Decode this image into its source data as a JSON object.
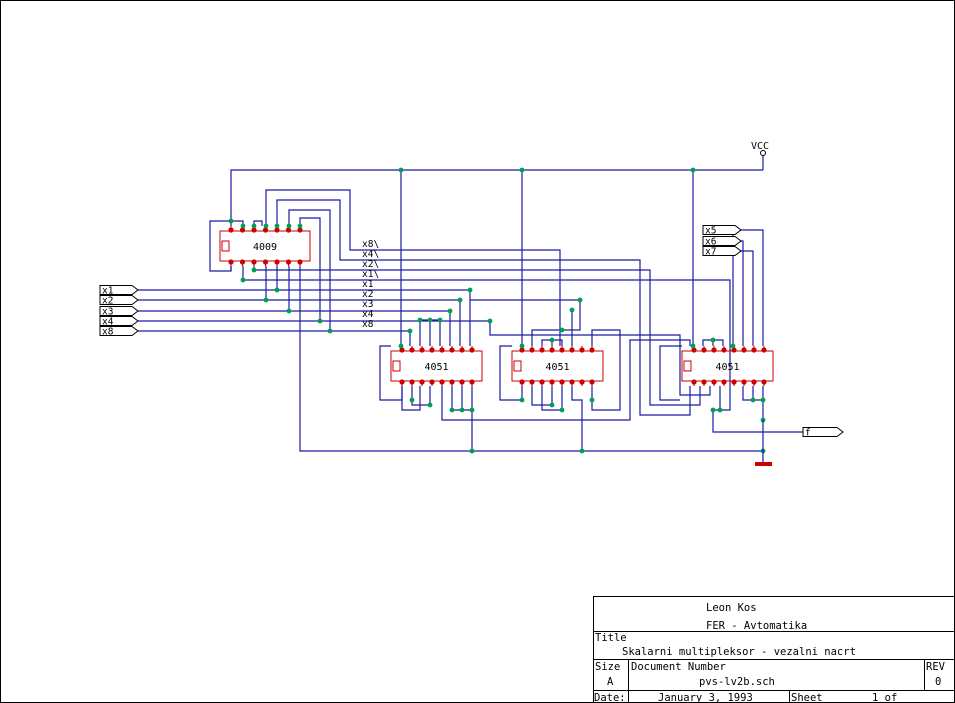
{
  "schematic": {
    "power_label": "VCC",
    "chips": {
      "u1": "4009",
      "u2": "4051",
      "u3": "4051",
      "u4": "4051"
    },
    "left_ports": [
      "x1",
      "x2",
      "x3",
      "x4",
      "x8"
    ],
    "right_ports": [
      "x5",
      "x6",
      "x7"
    ],
    "output_port": "f",
    "bus_labels": [
      "x8\\",
      "x4\\",
      "x2\\",
      "x1\\",
      "x1",
      "x2",
      "x3",
      "x4",
      "x8"
    ]
  },
  "title_block": {
    "author": "Leon Kos",
    "organization": "FER - Avtomatika",
    "title_caption": "Title",
    "title": "Skalarni multipleksor - vezalni nacrt",
    "size_caption": "Size",
    "size": "A",
    "doc_caption": "Document Number",
    "doc": "pvs-lv2b.sch",
    "rev_caption": "REV",
    "rev": "0",
    "date_caption": "Date:",
    "date": "January  3, 1993",
    "sheet_caption": "Sheet",
    "sheet": "1 of"
  },
  "colors": {
    "wire": "#1a1aa8",
    "pin": "#cc0000",
    "junction": "#00a050",
    "frame": "#000000",
    "ground": "#cc0000"
  }
}
